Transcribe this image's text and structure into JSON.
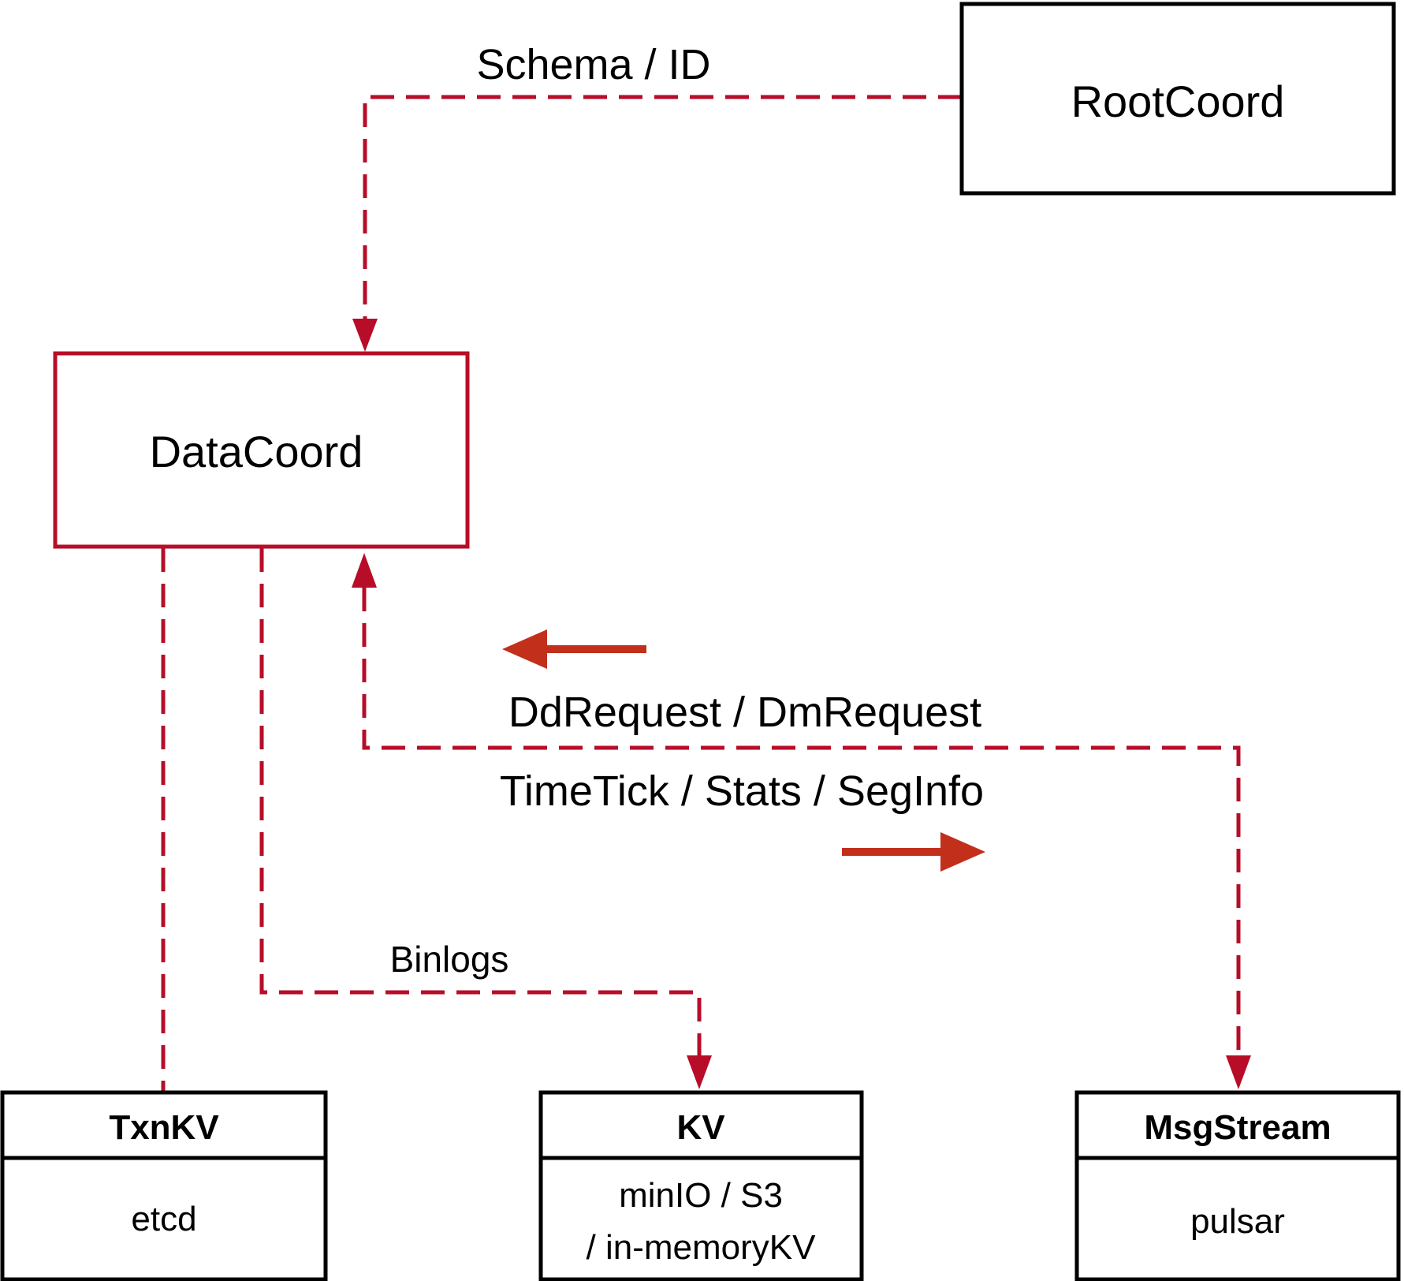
{
  "colors": {
    "crimson": "#b70d28",
    "arrow_red": "#c2301b"
  },
  "nodes": {
    "rootcoord": {
      "label": "RootCoord"
    },
    "datacoord": {
      "label": "DataCoord"
    },
    "txnkv": {
      "header": "TxnKV",
      "body": "etcd"
    },
    "kv": {
      "header": "KV",
      "body_line_1": "minIO / S3",
      "body_line_2": "/ in-memoryKV"
    },
    "msgstream": {
      "header": "MsgStream",
      "body": "pulsar"
    }
  },
  "edges": {
    "schema_id": {
      "label": "Schema / ID"
    },
    "dd_dm_request": {
      "label": "DdRequest / DmRequest"
    },
    "timetick_stats_seginfo": {
      "label": "TimeTick / Stats / SegInfo"
    },
    "binlogs": {
      "label": "Binlogs"
    }
  }
}
